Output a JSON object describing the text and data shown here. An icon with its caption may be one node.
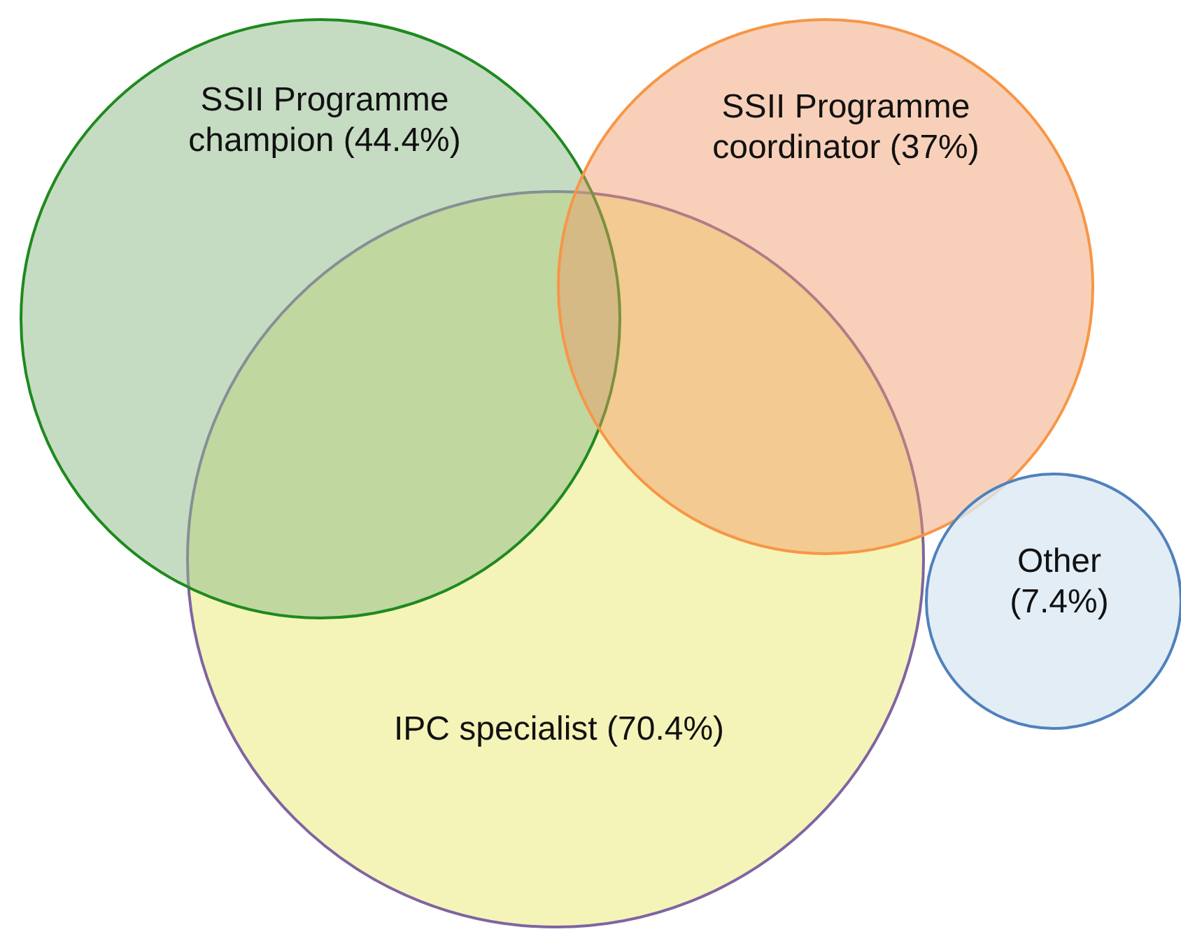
{
  "diagram": {
    "nodes": [
      {
        "text": [
          "SSII Programme champion (44.4%)"
        ]
      },
      {
        "text": [
          "SSII Programme coordinator (37%)"
        ]
      },
      {
        "text": [
          "IPC specialist (70.4%)"
        ]
      },
      {
        "text": [
          "Other (7.4%)"
        ]
      }
    ]
  }
}
